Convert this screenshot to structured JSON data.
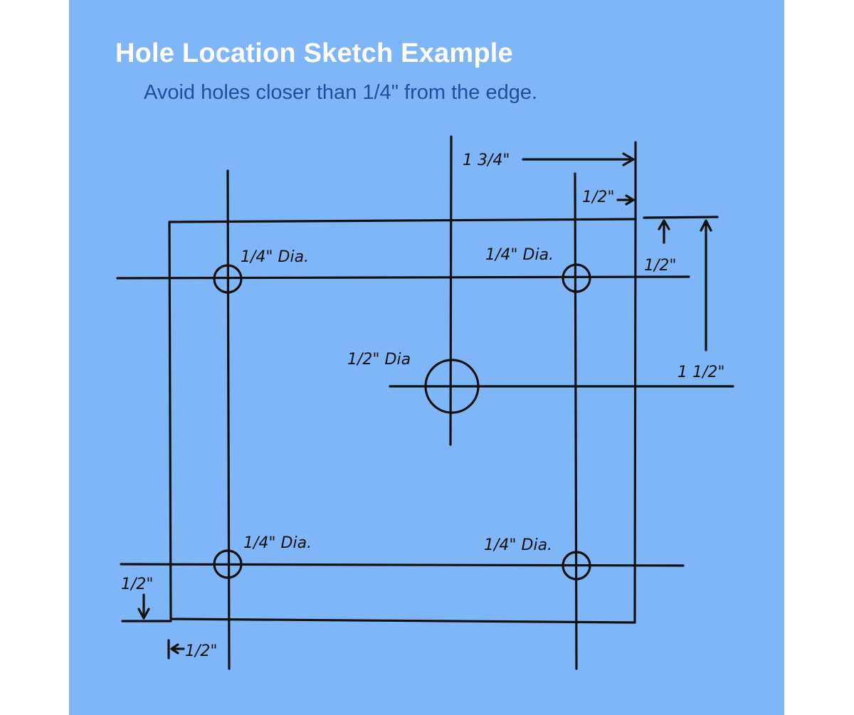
{
  "colors": {
    "background": "#7fb6f7",
    "page": "#ffffff",
    "title": "#ffffff",
    "subtitle": "#1f4fa0",
    "ink": "#111111"
  },
  "header": {
    "title": "Hole Location Sketch Example",
    "subtitle": "Avoid holes closer than 1/4\" from the edge."
  },
  "holes": {
    "top_left": "1/4\" Dia.",
    "top_right": "1/4\" Dia.",
    "center": "1/2\" Dia",
    "bottom_left": "1/4\" Dia.",
    "bottom_right": "1/4\" Dia."
  },
  "dimensions": {
    "top_overall": "1 3/4\"",
    "top_edge": "1/2\"",
    "right_edge": "1/2\"",
    "right_overall": "1 1/2\"",
    "left_edge": "1/2\"",
    "bottom_edge": "1/2\""
  }
}
